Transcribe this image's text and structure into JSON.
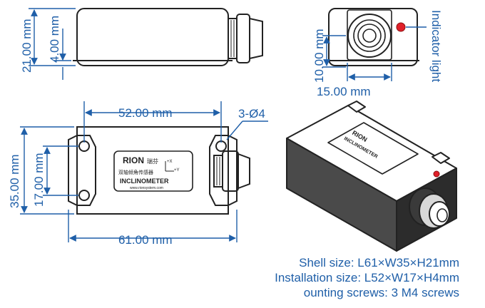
{
  "dimensions": {
    "height_total": "21.00 mm",
    "height_flange": "4.00 mm",
    "end_height": "10.00 mm",
    "end_width": "15.00 mm",
    "indicator": "Indicator light",
    "install_length": "52.00 mm",
    "holes": "3-Ø4",
    "width_total": "35.00 mm",
    "install_width": "17.00 mm",
    "length_total": "61.00 mm"
  },
  "label": {
    "brand": "RION",
    "brand_cn": "瑞芬",
    "name_cn": "双轴倾角传感器",
    "product": "INCLINOMETER",
    "website": "www.rionsystem.com",
    "axis_x": "+X",
    "axis_y": "+Y"
  },
  "specs": {
    "shell": "Shell size: L61×W35×H21mm",
    "install": "Installation size: L52×W17×H4mm",
    "screws": "ounting screws: 3 M4 screws"
  },
  "colors": {
    "dimension": "#1f5fa8",
    "outline": "#222222",
    "indicator": "#e0202a"
  }
}
